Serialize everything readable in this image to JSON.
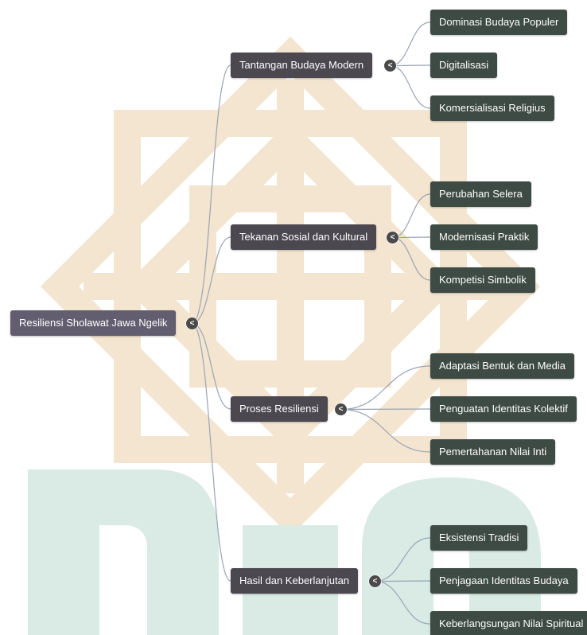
{
  "colors": {
    "root_node": "#625d6f",
    "branch_node": "#4b4850",
    "leaf_node": "#3e4a44",
    "connector": "#9aa4b5",
    "watermark_gold": "#f3e5cf",
    "watermark_green": "#d9ebe4"
  },
  "toggle_glyph": "<",
  "mindmap": {
    "root": {
      "label": "Resiliensi Sholawat Jawa Ngelik"
    },
    "branches": [
      {
        "label": "Tantangan Budaya Modern",
        "children": [
          "Dominasi Budaya Populer",
          "Digitalisasi",
          "Komersialisasi Religius"
        ]
      },
      {
        "label": "Tekanan Sosial dan Kultural",
        "children": [
          "Perubahan Selera",
          "Modernisasi Praktik",
          "Kompetisi Simbolik"
        ]
      },
      {
        "label": "Proses Resiliensi",
        "children": [
          "Adaptasi Bentuk dan Media",
          "Penguatan Identitas Kolektif",
          "Pemertahanan Nilai Inti"
        ]
      },
      {
        "label": "Hasil dan Keberlanjutan",
        "children": [
          "Eksistensi Tradisi",
          "Penjagaan Identitas Budaya",
          "Keberlangsungan Nilai Spiritual"
        ]
      }
    ]
  }
}
